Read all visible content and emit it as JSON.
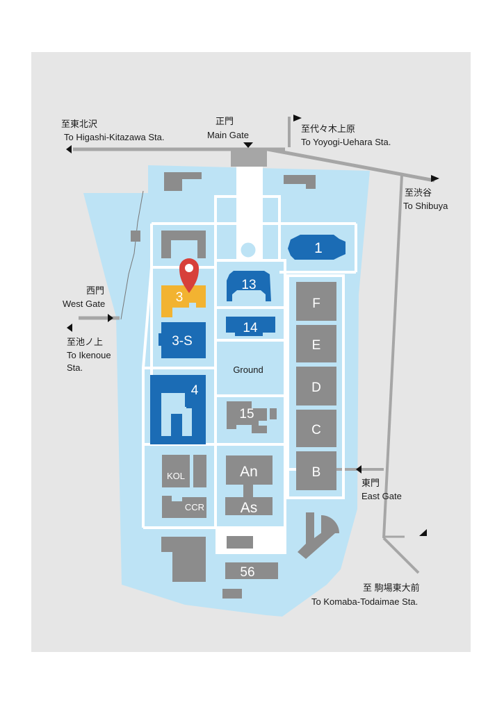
{
  "colors": {
    "background": "#e6e6e6",
    "campus": "#bde3f5",
    "road": "#a6a6a6",
    "path": "#ffffff",
    "building_gray": "#8c8c8c",
    "building_blue": "#1b6cb5",
    "building_highlight": "#f2b331",
    "pin": "#d7403a"
  },
  "buildings": {
    "b1": "1",
    "b13": "13",
    "b14": "14",
    "b3": "3",
    "b3s": "3-S",
    "b4": "4",
    "ground": "Ground",
    "b15": "15",
    "an": "An",
    "as": "As",
    "kol": "KOL",
    "ccr": "CCR",
    "b56": "56",
    "f": "F",
    "e": "E",
    "d": "D",
    "c": "C",
    "b": "B"
  },
  "gates": {
    "main": {
      "jp": "正門",
      "en": "Main Gate"
    },
    "west": {
      "jp": "西門",
      "en": "West Gate"
    },
    "east": {
      "jp": "東門",
      "en": "East Gate"
    }
  },
  "directions": {
    "higashi_kitazawa": {
      "jp": "至東北沢",
      "en": "To Higashi-Kitazawa Sta."
    },
    "yoyogi_uehara": {
      "jp": "至代々木上原",
      "en": "To Yoyogi-Uehara Sta."
    },
    "shibuya": {
      "jp": "至渋谷",
      "en": "To Shibuya"
    },
    "ikenoue": {
      "jp": "至池ノ上",
      "en_line1": "To Ikenoue",
      "en_line2": "Sta."
    },
    "komaba": {
      "jp": "至 駒場東大前",
      "en": "To Komaba-Todaimae Sta."
    }
  },
  "icons": [
    "location-pin-icon",
    "arrow-left-icon",
    "arrow-right-icon",
    "arrow-down-icon"
  ]
}
